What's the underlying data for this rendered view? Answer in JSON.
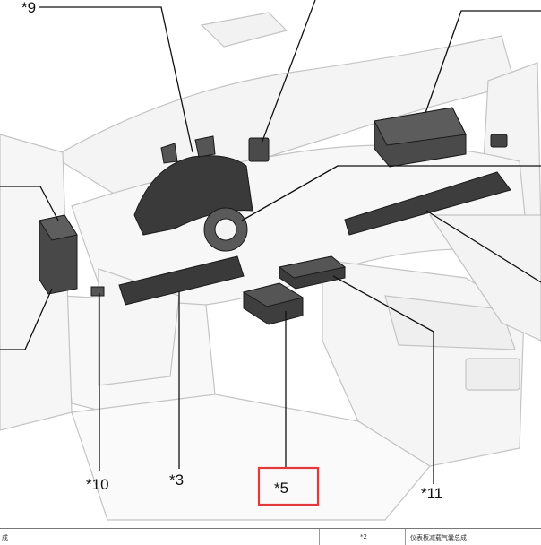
{
  "callouts": {
    "c9": "*9",
    "c10": "*10",
    "c3": "*3",
    "c5": "*5",
    "c11": "*11"
  },
  "highlight_color": "#e23a3a",
  "legend": {
    "left_fragment": "成",
    "marker": "*2",
    "description": "仪表板减载气囊总成"
  }
}
